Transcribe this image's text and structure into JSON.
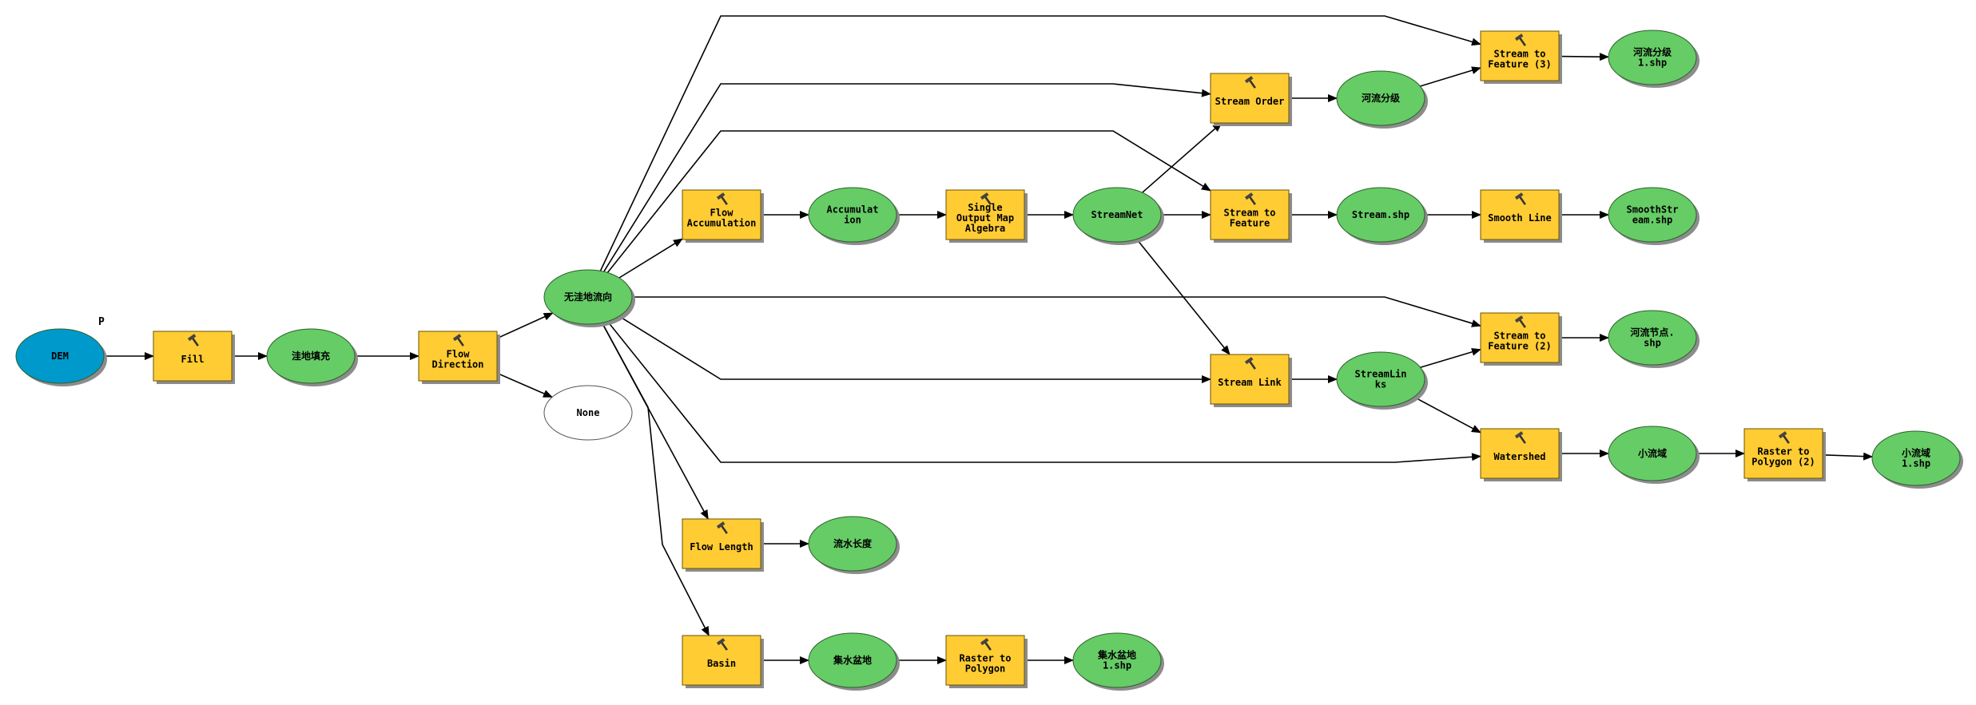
{
  "colors": {
    "tool_fill": "#FFCC33",
    "data_fill": "#66CC66",
    "input_fill": "#0099CC",
    "empty_fill": "#FFFFFF",
    "line": "#000000",
    "shadow": "#8c8c8c"
  },
  "parameter_label": "P",
  "nodes": [
    {
      "id": "dem",
      "kind": "input",
      "lines": [
        "DEM"
      ]
    },
    {
      "id": "fill",
      "kind": "tool",
      "lines": [
        "Fill"
      ]
    },
    {
      "id": "wadi",
      "kind": "data",
      "lines": [
        "洼地填充"
      ]
    },
    {
      "id": "flowdir",
      "kind": "tool",
      "lines": [
        "Flow",
        "Direction"
      ]
    },
    {
      "id": "wuwa",
      "kind": "data",
      "lines": [
        "无洼地流向"
      ]
    },
    {
      "id": "none",
      "kind": "empty",
      "lines": [
        "None"
      ]
    },
    {
      "id": "flowacc",
      "kind": "tool",
      "lines": [
        "Flow",
        "Accumulation"
      ]
    },
    {
      "id": "accum",
      "kind": "data",
      "lines": [
        "Accumulat",
        "ion"
      ]
    },
    {
      "id": "smoa",
      "kind": "tool",
      "lines": [
        "Single",
        "Output Map",
        "Algebra"
      ]
    },
    {
      "id": "streamnet",
      "kind": "data",
      "lines": [
        "StreamNet"
      ]
    },
    {
      "id": "streamorder",
      "kind": "tool",
      "lines": [
        "Stream Order"
      ]
    },
    {
      "id": "hefj",
      "kind": "data",
      "lines": [
        "河流分级"
      ]
    },
    {
      "id": "stf3",
      "kind": "tool",
      "lines": [
        "Stream to",
        "Feature (3)"
      ]
    },
    {
      "id": "hefj1",
      "kind": "data",
      "lines": [
        "河流分级",
        "1.shp"
      ]
    },
    {
      "id": "stf",
      "kind": "tool",
      "lines": [
        "Stream to",
        "Feature"
      ]
    },
    {
      "id": "streamshp",
      "kind": "data",
      "lines": [
        "Stream.shp"
      ]
    },
    {
      "id": "smooth",
      "kind": "tool",
      "lines": [
        "Smooth Line"
      ]
    },
    {
      "id": "smoothshp",
      "kind": "data",
      "lines": [
        "SmoothStr",
        "eam.shp"
      ]
    },
    {
      "id": "streamlink",
      "kind": "tool",
      "lines": [
        "Stream Link"
      ]
    },
    {
      "id": "streamlinks",
      "kind": "data",
      "lines": [
        "StreamLin",
        "ks"
      ]
    },
    {
      "id": "stf2",
      "kind": "tool",
      "lines": [
        "Stream to",
        "Feature (2)"
      ]
    },
    {
      "id": "hljd",
      "kind": "data",
      "lines": [
        "河流节点.",
        "shp"
      ]
    },
    {
      "id": "watershed",
      "kind": "tool",
      "lines": [
        "Watershed"
      ]
    },
    {
      "id": "xly",
      "kind": "data",
      "lines": [
        "小流域"
      ]
    },
    {
      "id": "rtp2",
      "kind": "tool",
      "lines": [
        "Raster to",
        "Polygon (2)"
      ]
    },
    {
      "id": "xly1",
      "kind": "data",
      "lines": [
        "小流域",
        "1.shp"
      ]
    },
    {
      "id": "flowlen",
      "kind": "tool",
      "lines": [
        "Flow Length"
      ]
    },
    {
      "id": "lscd",
      "kind": "data",
      "lines": [
        "流水长度"
      ]
    },
    {
      "id": "basin",
      "kind": "tool",
      "lines": [
        "Basin"
      ]
    },
    {
      "id": "jspd",
      "kind": "data",
      "lines": [
        "集水盆地"
      ]
    },
    {
      "id": "rtp",
      "kind": "tool",
      "lines": [
        "Raster to",
        "Polygon"
      ]
    },
    {
      "id": "jspd1",
      "kind": "data",
      "lines": [
        "集水盆地",
        "1.shp"
      ]
    }
  ],
  "edges": [
    [
      "dem",
      "fill"
    ],
    [
      "fill",
      "wadi"
    ],
    [
      "wadi",
      "flowdir"
    ],
    [
      "flowdir",
      "wuwa"
    ],
    [
      "flowdir",
      "none"
    ],
    [
      "wuwa",
      "flowacc"
    ],
    [
      "flowacc",
      "accum"
    ],
    [
      "accum",
      "smoa"
    ],
    [
      "smoa",
      "streamnet"
    ],
    [
      "streamnet",
      "streamorder"
    ],
    [
      "wuwa",
      "streamorder"
    ],
    [
      "streamorder",
      "hefj"
    ],
    [
      "hefj",
      "stf3"
    ],
    [
      "wuwa",
      "stf3"
    ],
    [
      "stf3",
      "hefj1"
    ],
    [
      "streamnet",
      "stf"
    ],
    [
      "wuwa",
      "stf"
    ],
    [
      "stf",
      "streamshp"
    ],
    [
      "streamshp",
      "smooth"
    ],
    [
      "smooth",
      "smoothshp"
    ],
    [
      "streamnet",
      "streamlink"
    ],
    [
      "wuwa",
      "streamlink"
    ],
    [
      "streamlink",
      "streamlinks"
    ],
    [
      "streamlinks",
      "stf2"
    ],
    [
      "wuwa",
      "stf2"
    ],
    [
      "stf2",
      "hljd"
    ],
    [
      "streamlinks",
      "watershed"
    ],
    [
      "wuwa",
      "watershed"
    ],
    [
      "watershed",
      "xly"
    ],
    [
      "xly",
      "rtp2"
    ],
    [
      "rtp2",
      "xly1"
    ],
    [
      "wuwa",
      "flowlen"
    ],
    [
      "flowlen",
      "lscd"
    ],
    [
      "wuwa",
      "basin"
    ],
    [
      "basin",
      "jspd"
    ],
    [
      "jspd",
      "rtp"
    ],
    [
      "rtp",
      "jspd1"
    ]
  ]
}
